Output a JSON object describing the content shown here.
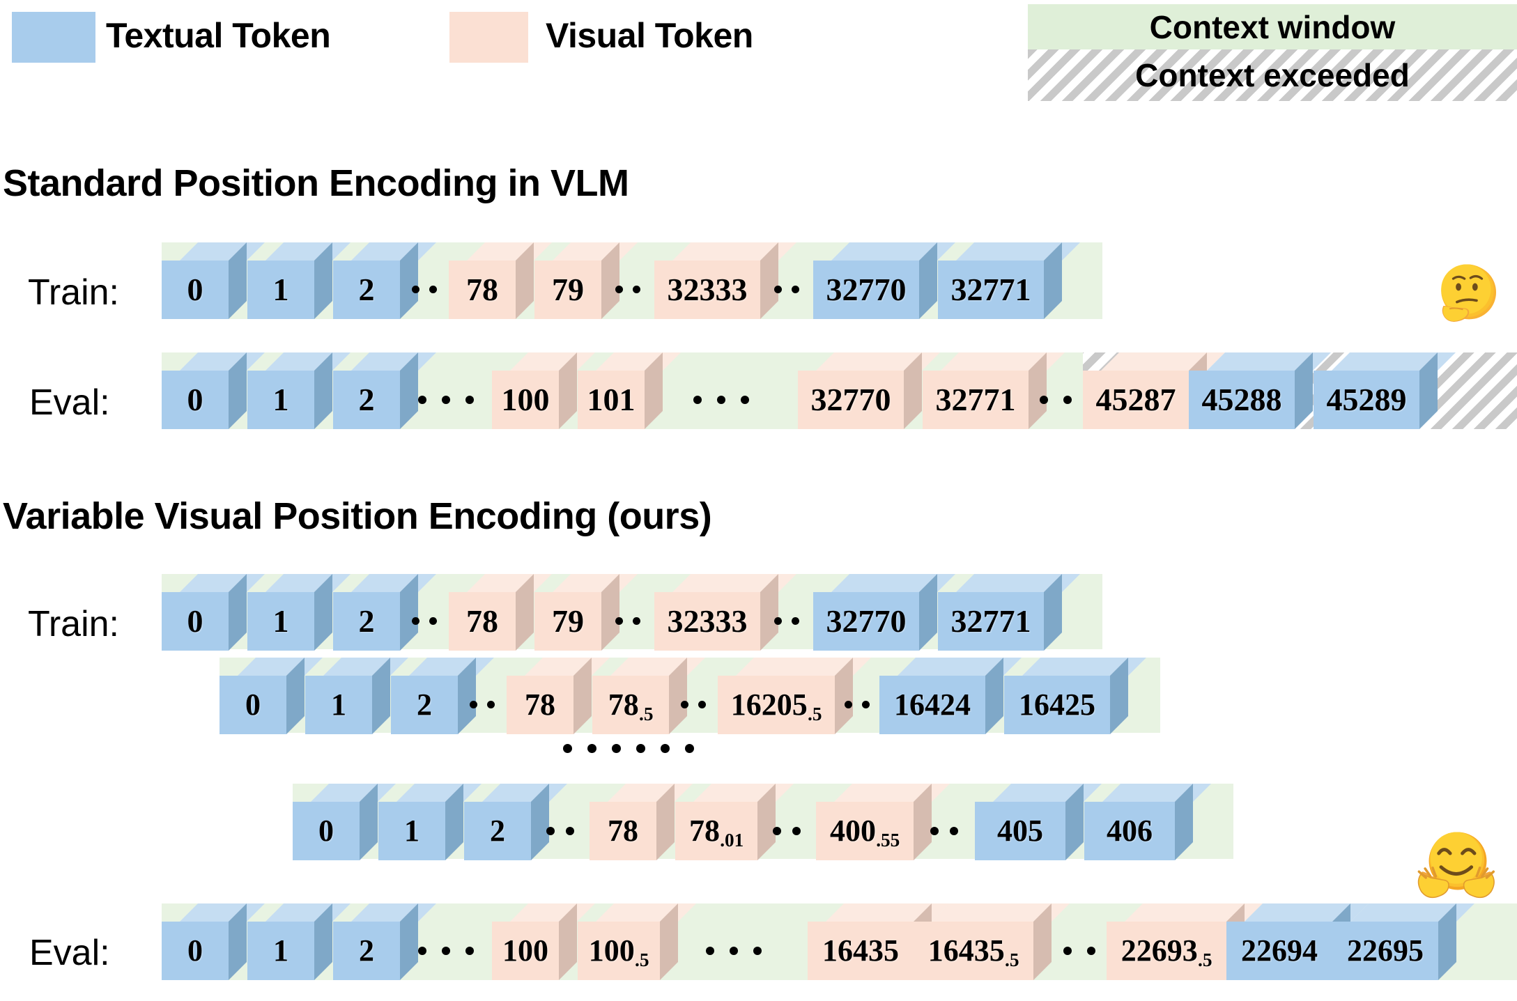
{
  "legend": {
    "textual_token": "Textual Token",
    "visual_token": "Visual Token",
    "context_window": "Context window",
    "context_exceeded": "Context exceeded",
    "colors": {
      "textual": "#A8CCEC",
      "visual": "#FBE0D3",
      "context_window": "#DFEFD8",
      "context_exceeded_stripe": "#C9C9C9"
    }
  },
  "sections": [
    {
      "title": "Standard Position Encoding in VLM",
      "rows": [
        {
          "label": "Train:",
          "cells": [
            {
              "type": "cube",
              "kind": "textual",
              "text": "0"
            },
            {
              "type": "cube",
              "kind": "textual",
              "text": "1"
            },
            {
              "type": "cube",
              "kind": "textual",
              "text": "2"
            },
            {
              "type": "dots",
              "count": 2
            },
            {
              "type": "cube",
              "kind": "visual",
              "text": "78"
            },
            {
              "type": "cube",
              "kind": "visual",
              "text": "79"
            },
            {
              "type": "dots",
              "count": 2
            },
            {
              "type": "cube",
              "kind": "visual",
              "text": "32333"
            },
            {
              "type": "dots",
              "count": 2
            },
            {
              "type": "cube",
              "kind": "textual",
              "text": "32770"
            },
            {
              "type": "cube",
              "kind": "textual",
              "text": "32771"
            }
          ]
        },
        {
          "label": "Eval:",
          "cells": [
            {
              "type": "cube",
              "kind": "textual",
              "text": "0"
            },
            {
              "type": "cube",
              "kind": "textual",
              "text": "1"
            },
            {
              "type": "cube",
              "kind": "textual",
              "text": "2"
            },
            {
              "type": "dots",
              "count": 3
            },
            {
              "type": "cube",
              "kind": "visual",
              "text": "100"
            },
            {
              "type": "cube",
              "kind": "visual",
              "text": "101"
            },
            {
              "type": "dots",
              "count": 3
            },
            {
              "type": "cube",
              "kind": "visual",
              "text": "32770"
            },
            {
              "type": "cube",
              "kind": "visual",
              "text": "32771"
            },
            {
              "type": "dots",
              "count": 2
            },
            {
              "type": "cube",
              "kind": "visual",
              "text": "45287"
            },
            {
              "type": "cube",
              "kind": "textual",
              "text": "45288"
            },
            {
              "type": "cube",
              "kind": "textual",
              "text": "45289"
            }
          ]
        }
      ]
    },
    {
      "title": "Variable Visual Position Encoding (ours)",
      "rows": [
        {
          "label": "Train:",
          "cells": [
            {
              "type": "cube",
              "kind": "textual",
              "text": "0"
            },
            {
              "type": "cube",
              "kind": "textual",
              "text": "1"
            },
            {
              "type": "cube",
              "kind": "textual",
              "text": "2"
            },
            {
              "type": "dots",
              "count": 2
            },
            {
              "type": "cube",
              "kind": "visual",
              "text": "78"
            },
            {
              "type": "cube",
              "kind": "visual",
              "text": "79"
            },
            {
              "type": "dots",
              "count": 2
            },
            {
              "type": "cube",
              "kind": "visual",
              "text": "32333"
            },
            {
              "type": "dots",
              "count": 2
            },
            {
              "type": "cube",
              "kind": "textual",
              "text": "32770"
            },
            {
              "type": "cube",
              "kind": "textual",
              "text": "32771"
            }
          ]
        },
        {
          "label": "",
          "cells": [
            {
              "type": "cube",
              "kind": "textual",
              "text": "0"
            },
            {
              "type": "cube",
              "kind": "textual",
              "text": "1"
            },
            {
              "type": "cube",
              "kind": "textual",
              "text": "2"
            },
            {
              "type": "dots",
              "count": 2
            },
            {
              "type": "cube",
              "kind": "visual",
              "text": "78"
            },
            {
              "type": "cube",
              "kind": "visual",
              "text": "78",
              "sub": ".5"
            },
            {
              "type": "dots",
              "count": 2
            },
            {
              "type": "cube",
              "kind": "visual",
              "text": "16205",
              "sub": ".5"
            },
            {
              "type": "dots",
              "count": 2
            },
            {
              "type": "cube",
              "kind": "textual",
              "text": "16424"
            },
            {
              "type": "cube",
              "kind": "textual",
              "text": "16425"
            }
          ]
        },
        {
          "label": "",
          "cells": [
            {
              "type": "cube",
              "kind": "textual",
              "text": "0"
            },
            {
              "type": "cube",
              "kind": "textual",
              "text": "1"
            },
            {
              "type": "cube",
              "kind": "textual",
              "text": "2"
            },
            {
              "type": "dots",
              "count": 2
            },
            {
              "type": "cube",
              "kind": "visual",
              "text": "78"
            },
            {
              "type": "cube",
              "kind": "visual",
              "text": "78",
              "sub": ".01"
            },
            {
              "type": "dots",
              "count": 2
            },
            {
              "type": "cube",
              "kind": "visual",
              "text": "400",
              "sub": ".55"
            },
            {
              "type": "dots",
              "count": 2
            },
            {
              "type": "cube",
              "kind": "textual",
              "text": "405"
            },
            {
              "type": "cube",
              "kind": "textual",
              "text": "406"
            }
          ]
        },
        {
          "label": "Eval:",
          "cells": [
            {
              "type": "cube",
              "kind": "textual",
              "text": "0"
            },
            {
              "type": "cube",
              "kind": "textual",
              "text": "1"
            },
            {
              "type": "cube",
              "kind": "textual",
              "text": "2"
            },
            {
              "type": "dots",
              "count": 3
            },
            {
              "type": "cube",
              "kind": "visual",
              "text": "100"
            },
            {
              "type": "cube",
              "kind": "visual",
              "text": "100",
              "sub": ".5"
            },
            {
              "type": "dots",
              "count": 3
            },
            {
              "type": "cube",
              "kind": "visual",
              "text": "16435"
            },
            {
              "type": "cube",
              "kind": "visual",
              "text": "16435",
              "sub": ".5"
            },
            {
              "type": "dots",
              "count": 2
            },
            {
              "type": "cube",
              "kind": "visual",
              "text": "22693",
              "sub": ".5"
            },
            {
              "type": "cube",
              "kind": "textual",
              "text": "22694"
            },
            {
              "type": "cube",
              "kind": "textual",
              "text": "22695"
            }
          ]
        }
      ]
    }
  ],
  "vertical_ellipsis": "• • • • • •",
  "emojis": {
    "thinking": "thinking-face",
    "hugging": "hugging-face"
  }
}
